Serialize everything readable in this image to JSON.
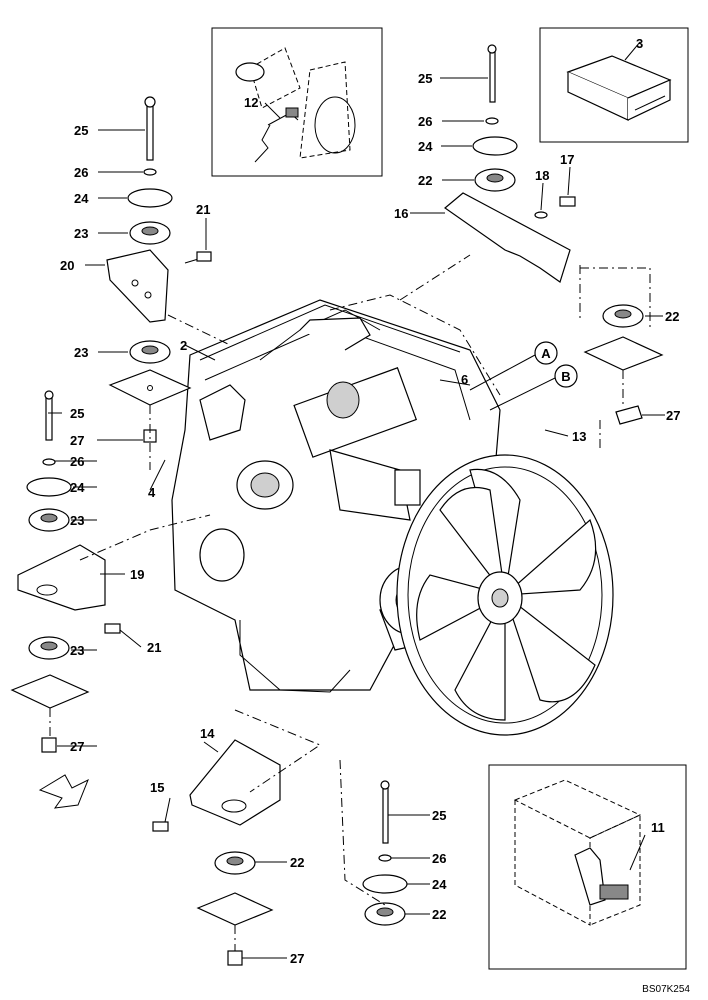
{
  "diagram": {
    "code": "BS07K254",
    "circled_labels": {
      "a": "A",
      "b": "B"
    },
    "callouts": {
      "c2": "2",
      "c3": "3",
      "c4": "4",
      "c6": "6",
      "c11": "11",
      "c12": "12",
      "c13": "13",
      "c14": "14",
      "c15": "15",
      "c16": "16",
      "c17": "17",
      "c18": "18",
      "c19": "19",
      "c20": "20",
      "c21a": "21",
      "c21b": "21",
      "c22a": "22",
      "c22b": "22",
      "c22c": "22",
      "c22d": "22",
      "c23a": "23",
      "c23b": "23",
      "c23c": "23",
      "c23d": "23",
      "c24a": "24",
      "c24b": "24",
      "c24c": "24",
      "c24d": "24",
      "c25a": "25",
      "c25b": "25",
      "c25c": "25",
      "c25d": "25",
      "c26a": "26",
      "c26b": "26",
      "c26c": "26",
      "c26d": "26",
      "c27a": "27",
      "c27b": "27",
      "c27c": "27",
      "c27d": "27"
    }
  }
}
